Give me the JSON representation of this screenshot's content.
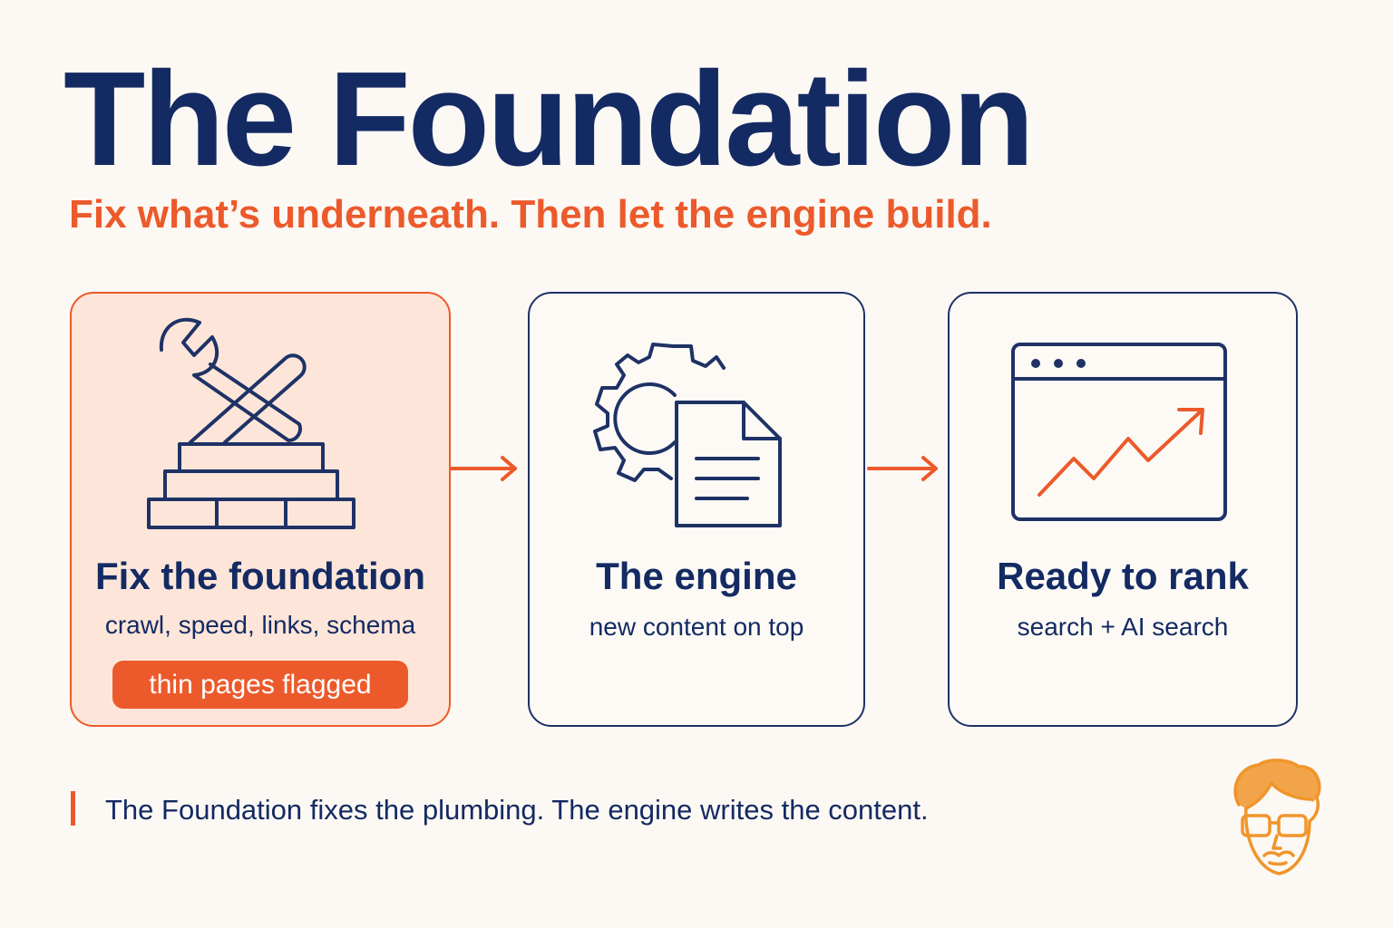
{
  "title": "The Foundation",
  "subtitle": "Fix what’s underneath. Then let the engine build.",
  "steps": [
    {
      "title": "Fix the foundation",
      "subtitle": "crawl, speed, links, schema",
      "badge": "thin pages flagged",
      "icon": "wrench-and-bricks-icon",
      "highlighted": true
    },
    {
      "title": "The engine",
      "subtitle": "new content on top",
      "icon": "gear-and-document-icon",
      "highlighted": false
    },
    {
      "title": "Ready to rank",
      "subtitle": "search + AI search",
      "icon": "browser-growth-chart-icon",
      "highlighted": false
    }
  ],
  "footer": "The Foundation fixes the plumbing. The engine writes the content.",
  "colors": {
    "navy": "#142a63",
    "accent": "#ec5a2b",
    "mascot": "#f0952b"
  }
}
